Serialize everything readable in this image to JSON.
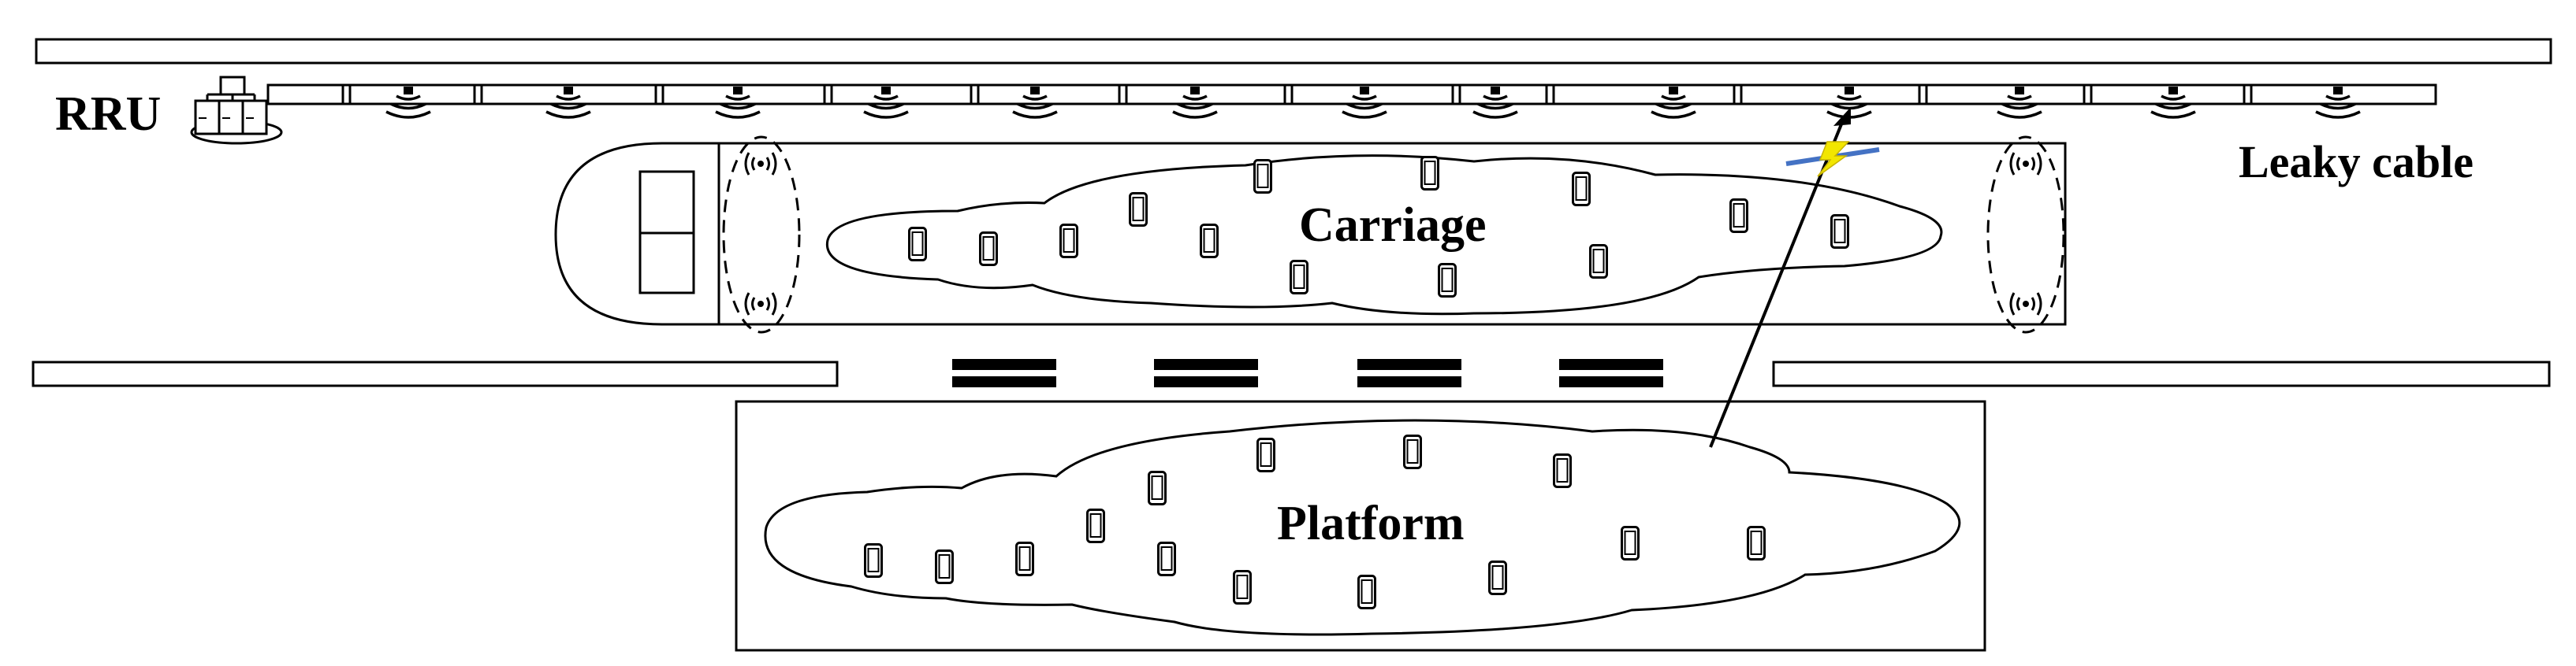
{
  "labels": {
    "rru": "RRU",
    "leaky_cable": "Leaky cable",
    "carriage": "Carriage",
    "platform": "Platform"
  },
  "colors": {
    "line": "#000000",
    "background": "#ffffff",
    "signal_bolt": "#f2e600",
    "antenna_bar": "#4472c4"
  },
  "icons": {
    "rru": "rru-unit-icon",
    "leaky_slot": "leaky-cable-slot-icon",
    "antenna": "antenna-icon",
    "phone": "phone-icon",
    "signal": "lightning-signal-icon"
  }
}
